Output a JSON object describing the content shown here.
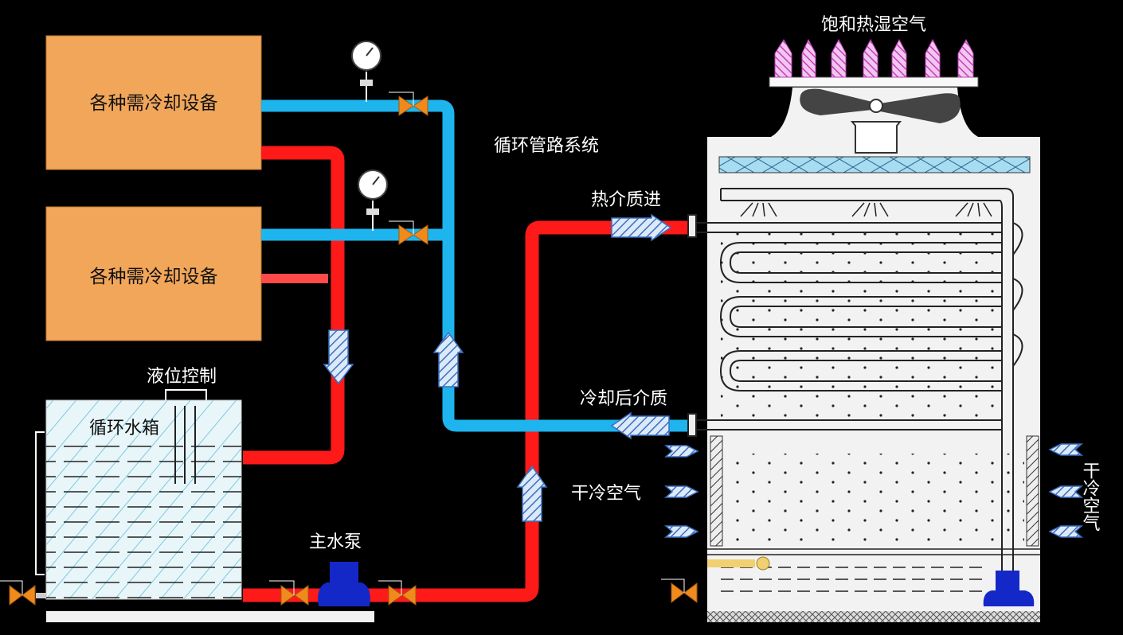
{
  "labels": {
    "equipment_1": "各种需冷却设备",
    "equipment_2": "各种需冷却设备",
    "circulation_system": "循环管路系统",
    "hot_medium_in": "热介质进",
    "cooled_medium": "冷却后介质",
    "dry_cold_air_left": "干冷空气",
    "dry_cold_air_right": "干冷空气",
    "saturated_air": "饱和热湿空气",
    "level_control": "液位控制",
    "water_tank": "循环水箱",
    "main_pump": "主水泵"
  },
  "colors": {
    "hot_pipe": "#ff1a1a",
    "cold_pipe": "#1eb4ee",
    "equipment_box": "#f2a65a",
    "valve": "#f08a1c",
    "pump": "#1428c8",
    "exhaust_arrow": "#e07ad8",
    "flow_arrow": "#a8c8ee",
    "tower_body": "#f2f2f2"
  },
  "icons": [
    "pressure-gauge-icon",
    "valve-icon",
    "pump-icon",
    "fan-icon",
    "flow-arrow-icon"
  ]
}
